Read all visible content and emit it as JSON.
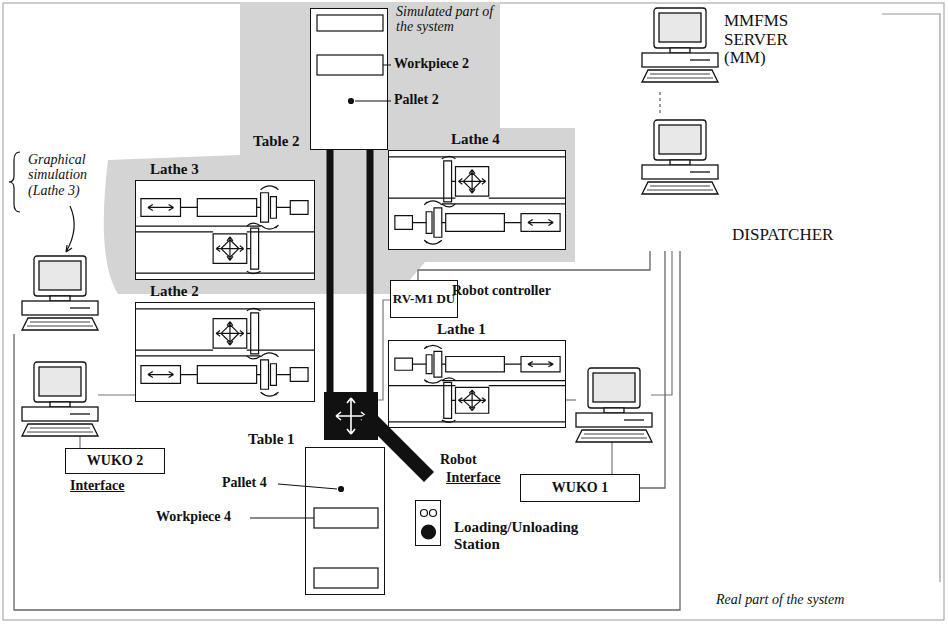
{
  "diagram": {
    "nodes": [
      {
        "text": [
          "MMFMS SERVER (MM)"
        ]
      },
      {
        "text": [
          "Table 2"
        ]
      },
      {
        "text": [
          "DISPATCHER"
        ]
      },
      {
        "text": [
          "Lathe 4"
        ]
      },
      {
        "text": [
          "Graphical simulation (Lathe 3)"
        ]
      },
      {
        "text": [
          "Lathe 3"
        ]
      },
      {
        "text": [
          "RV-M1 DU"
        ]
      },
      {
        "text": [
          "Lathe 2"
        ]
      },
      {
        "text": [
          "Lathe 1"
        ]
      },
      {
        "text": [
          "Table 1"
        ]
      },
      {
        "text": [
          "WUKO 2"
        ]
      },
      {
        "text": [
          "WUKO 1"
        ]
      },
      {
        "text": [
          "Loading/Unloading Station"
        ]
      }
    ],
    "edges": [
      {
        "from": 0,
        "to": 2,
        "arrow": "none"
      },
      {
        "from": 2,
        "to": 6,
        "arrow": "none"
      },
      {
        "from": 2,
        "to": 11,
        "arrow": "none"
      },
      {
        "from": 2,
        "to": 4,
        "arrow": "none"
      }
    ],
    "labels": [
      "Simulated part of the system",
      "Workpiece 2",
      "Pallet 2",
      "Robot controller",
      "Robot",
      "Interface",
      "Interface",
      "Pallet 4",
      "Workpiece 4",
      "Real part of the system"
    ]
  }
}
